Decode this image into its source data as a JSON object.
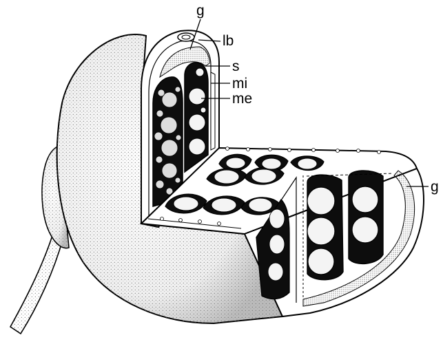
{
  "figure": {
    "labels": {
      "g_top": "g",
      "lb": "lb",
      "s": "s",
      "mi": "mi",
      "me": "me",
      "g_right": "g"
    }
  },
  "colors": {
    "ink": "#000000",
    "paper": "#ffffff",
    "stipple": "#5a5a5a",
    "vesicle": "#f4f4f4"
  }
}
